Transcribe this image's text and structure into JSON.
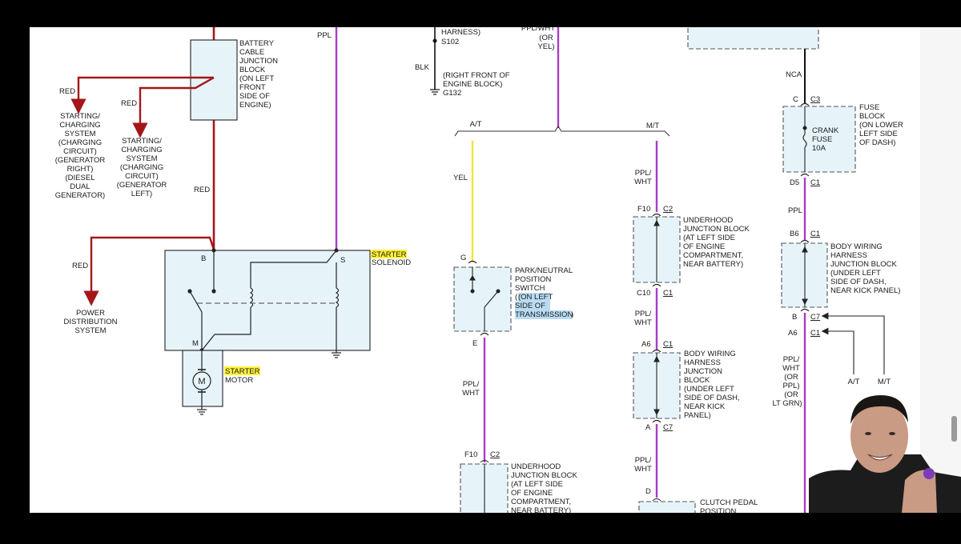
{
  "colors": {
    "red": "#a4161a",
    "ppl": "#a93cc7",
    "yel": "#f1e33a",
    "nca": "#111111",
    "box": "#e6f4fa",
    "highlight_yellow": "#fff23a",
    "highlight_blue": "#b9dcf2"
  },
  "battery_block": {
    "lines": [
      "BATTERY",
      "CABLE",
      "JUNCTION",
      "BLOCK",
      "(ON LEFT",
      "FRONT",
      "SIDE OF",
      "ENGINE)"
    ]
  },
  "wire_labels": {
    "red1": "RED",
    "red2": "RED",
    "red3": "RED",
    "red4": "RED",
    "ppl_top": "PPL",
    "blk": "BLK",
    "ppl_wht_top": [
      "PPL/WHT",
      "(OR",
      "YEL)"
    ],
    "yel": "YEL",
    "ppl_wht_mt": [
      "PPL/",
      "WHT"
    ],
    "ppl_wht_e": [
      "PPL/",
      "WHT"
    ],
    "ppl_wht_c10": [
      "PPL/",
      "WHT"
    ],
    "ppl_wht_a": [
      "PPL/",
      "WHT"
    ],
    "nca": "NCA",
    "ppl_right": "PPL",
    "ppl_wht_right": [
      "PPL/",
      "WHT",
      "(OR",
      "PPL)",
      "(OR",
      "LT GRN)"
    ]
  },
  "starting_charging_left": [
    "STARTING/",
    "CHARGING",
    "SYSTEM",
    "(CHARGING",
    "CIRCUIT)",
    "(GENERATOR",
    "RIGHT)",
    "(DIESEL",
    "DUAL",
    "GENERATOR)"
  ],
  "starting_charging_right": [
    "STARTING/",
    "CHARGING",
    "SYSTEM",
    "(CHARGING",
    "CIRCUIT)",
    "(GENERATOR",
    "LEFT)"
  ],
  "power_distribution": [
    "POWER",
    "DISTRIBUTION",
    "SYSTEM"
  ],
  "solenoid": {
    "pin_b": "B",
    "pin_s": "S",
    "pin_m": "M",
    "highlight": "STARTER",
    "label": "SOLENOID"
  },
  "motor": {
    "symbol": "M",
    "highlight": "STARTER",
    "label": "MOTOR"
  },
  "top_harness": {
    "harness": "HARNESS)",
    "splice": "S102",
    "location": [
      "(RIGHT FRONT OF",
      "ENGINE BLOCK)"
    ],
    "ground": "G132"
  },
  "transmission_split": {
    "at": "A/T",
    "mt": "M/T"
  },
  "park_neutral": {
    "pin_g": "G",
    "pin_e": "E",
    "lines": [
      "PARK/NEUTRAL",
      "POSITION",
      "SWITCH"
    ],
    "location_highlight": [
      "(ON LEFT",
      "SIDE OF",
      "TRANSMISSION"
    ],
    "location_end": ")"
  },
  "underhood_mt": {
    "pin_top": "F10",
    "conn_top": "C2",
    "pin_bottom": "C10",
    "conn_bottom": "C1",
    "lines": [
      "UNDERHOOD",
      "JUNCTION BLOCK",
      "(AT LEFT SIDE",
      "OF ENGINE",
      "COMPARTMENT,",
      "NEAR BATTERY)"
    ]
  },
  "body_wiring_mid": {
    "pin_top": "A6",
    "conn_top": "C1",
    "pin_bottom": "A",
    "conn_bottom": "C7",
    "lines": [
      "BODY WIRING",
      "HARNESS",
      "JUNCTION",
      "BLOCK",
      "(UNDER LEFT",
      "SIDE OF DASH,",
      "NEAR KICK",
      "PANEL)"
    ]
  },
  "underhood_at": {
    "pin_top": "F10",
    "conn_top": "C2",
    "lines": [
      "UNDERHOOD",
      "JUNCTION BLOCK",
      "(AT LEFT SIDE",
      "OF ENGINE",
      "COMPARTMENT,",
      "NEAR BATTERY)"
    ]
  },
  "clutch": {
    "pin": "D",
    "lines": [
      "CLUTCH PEDAL",
      "POSITION"
    ]
  },
  "fuse_block": {
    "pin_top": "C",
    "conn_top": "C3",
    "pin_bottom": "D5",
    "conn_bottom": "C1",
    "fuse": [
      "CRANK",
      "FUSE",
      "10A"
    ],
    "lines": [
      "FUSE",
      "BLOCK",
      "(ON LOWER",
      "LEFT SIDE",
      "OF DASH)"
    ]
  },
  "body_wiring_right": {
    "pin_top": "B6",
    "conn_top": "C1",
    "pin_b": "B",
    "conn_b": "C7",
    "pin_a6": "A6",
    "conn_a6": "C1",
    "lines": [
      "BODY WIRING",
      "HARNESS",
      "JUNCTION BLOCK",
      "(UNDER LEFT",
      "SIDE OF DASH,",
      "NEAR KICK PANEL)"
    ]
  },
  "right_split": {
    "at": "A/T",
    "mt": "M/T"
  }
}
